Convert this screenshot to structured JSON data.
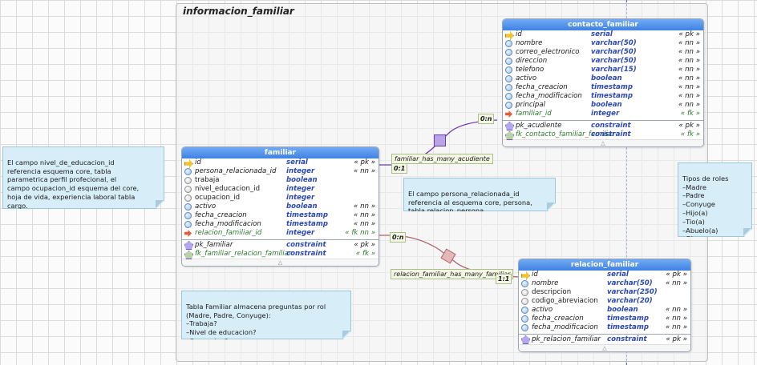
{
  "diagram": {
    "group_title": "informacion_familiar",
    "colors": {
      "header": "#3f82e4",
      "type": "#2b48b8",
      "fk": "#2f7a2f",
      "note_bg": "#d7eef8",
      "rel_purple": "#6a3fb0",
      "rel_red": "#b0636b"
    },
    "tables": {
      "contacto": {
        "title": "contacto_familiar",
        "columns": [
          {
            "icon": "pk-key-icon",
            "name": "id",
            "type": "serial",
            "cons": "« pk »",
            "kind": "pk"
          },
          {
            "icon": "column-icon",
            "name": "nombre",
            "type": "varchar(50)",
            "cons": "« nn »",
            "kind": "nn"
          },
          {
            "icon": "column-icon",
            "name": "correo_electronico",
            "type": "varchar(50)",
            "cons": "« nn »",
            "kind": "nn"
          },
          {
            "icon": "column-icon",
            "name": "direccion",
            "type": "varchar(50)",
            "cons": "« nn »",
            "kind": "nn"
          },
          {
            "icon": "column-icon",
            "name": "telefono",
            "type": "varchar(15)",
            "cons": "« nn »",
            "kind": "nn"
          },
          {
            "icon": "column-icon",
            "name": "activo",
            "type": "boolean",
            "cons": "« nn »",
            "kind": "nn"
          },
          {
            "icon": "column-icon",
            "name": "fecha_creacion",
            "type": "timestamp",
            "cons": "« nn »",
            "kind": "nn"
          },
          {
            "icon": "column-icon",
            "name": "fecha_modificacion",
            "type": "timestamp",
            "cons": "« nn »",
            "kind": "nn"
          },
          {
            "icon": "column-icon",
            "name": "principal",
            "type": "boolean",
            "cons": "« nn »",
            "kind": "nn"
          },
          {
            "icon": "fk-arrow-icon",
            "name": "familiar_id",
            "type": "integer",
            "cons": "« fk »",
            "kind": "fk"
          }
        ],
        "constraints": [
          {
            "name": "pk_acudiente",
            "type": "constraint",
            "cons": "« pk »",
            "kind": "pkc"
          },
          {
            "name": "fk_contacto_familiar_familiar",
            "type": "constraint",
            "cons": "« fk »",
            "kind": "fkc"
          }
        ]
      },
      "familiar": {
        "title": "familiar",
        "columns": [
          {
            "icon": "pk-key-icon",
            "name": "id",
            "type": "serial",
            "cons": "« pk »",
            "kind": "pk"
          },
          {
            "icon": "column-icon",
            "name": "persona_relacionada_id",
            "type": "integer",
            "cons": "« nn »",
            "kind": "nn"
          },
          {
            "icon": "nullable-column-icon",
            "name": "trabaja",
            "type": "boolean",
            "cons": "",
            "kind": "null"
          },
          {
            "icon": "nullable-column-icon",
            "name": "nivel_educacion_id",
            "type": "integer",
            "cons": "",
            "kind": "null"
          },
          {
            "icon": "nullable-column-icon",
            "name": "ocupacion_id",
            "type": "integer",
            "cons": "",
            "kind": "null"
          },
          {
            "icon": "column-icon",
            "name": "activo",
            "type": "boolean",
            "cons": "« nn »",
            "kind": "nn"
          },
          {
            "icon": "column-icon",
            "name": "fecha_creacion",
            "type": "timestamp",
            "cons": "« nn »",
            "kind": "nn"
          },
          {
            "icon": "column-icon",
            "name": "fecha_modificacion",
            "type": "timestamp",
            "cons": "« nn »",
            "kind": "nn"
          },
          {
            "icon": "fk-arrow-icon",
            "name": "relacion_familiar_id",
            "type": "integer",
            "cons": "« fk nn »",
            "kind": "fk"
          }
        ],
        "constraints": [
          {
            "name": "pk_familiar",
            "type": "constraint",
            "cons": "« pk »",
            "kind": "pkc"
          },
          {
            "name": "fk_familiar_relacion_familiar",
            "type": "constraint",
            "cons": "« fk »",
            "kind": "fkc"
          }
        ]
      },
      "relacion": {
        "title": "relacion_familiar",
        "columns": [
          {
            "icon": "pk-key-icon",
            "name": "id",
            "type": "serial",
            "cons": "« pk »",
            "kind": "pk"
          },
          {
            "icon": "column-icon",
            "name": "nombre",
            "type": "varchar(50)",
            "cons": "« nn »",
            "kind": "nn"
          },
          {
            "icon": "nullable-column-icon",
            "name": "descripcion",
            "type": "varchar(250)",
            "cons": "",
            "kind": "null"
          },
          {
            "icon": "nullable-column-icon",
            "name": "codigo_abreviacion",
            "type": "varchar(20)",
            "cons": "",
            "kind": "null"
          },
          {
            "icon": "column-icon",
            "name": "activo",
            "type": "boolean",
            "cons": "« nn »",
            "kind": "nn"
          },
          {
            "icon": "column-icon",
            "name": "fecha_creacion",
            "type": "timestamp",
            "cons": "« nn »",
            "kind": "nn"
          },
          {
            "icon": "column-icon",
            "name": "fecha_modificacion",
            "type": "timestamp",
            "cons": "« nn »",
            "kind": "nn"
          }
        ],
        "constraints": [
          {
            "name": "pk_relacion_familiar",
            "type": "constraint",
            "cons": "« pk »",
            "kind": "pkc"
          }
        ]
      }
    },
    "relationships": {
      "acudiente": {
        "label": "familiar_has_many_acudiente",
        "card_from": "0:1",
        "card_to": "0:n"
      },
      "relacion": {
        "label": "relacion_familiar_has_many_familiar",
        "card_from": "0:n",
        "card_to": "1:1"
      }
    },
    "notes": {
      "nivel": "El campo nivel_de_educacion_id\nreferencia esquema core, tabla\nparametrica perfil profecional, el\ncampo ocupacion_id esquema del core,\nhoja de vida, experiencia laboral tabla\ncargo.",
      "persona": "El campo persona_relacionada_id\nreferencia al esquema core, persona,\ntabla relacion_persona",
      "roles": "Tipos de roles\n–Madre\n–Padre\n–Conyuge\n–Hijo(a)\n–Tio(a)\n–Abuelo(a)\n–Otro",
      "preguntas": "Tabla Familiar almacena preguntas por rol\n(Madre, Padre, Conyuge):\n–Trabaja?\n–Nivel de educacion?\n–Ocupacion?"
    }
  }
}
